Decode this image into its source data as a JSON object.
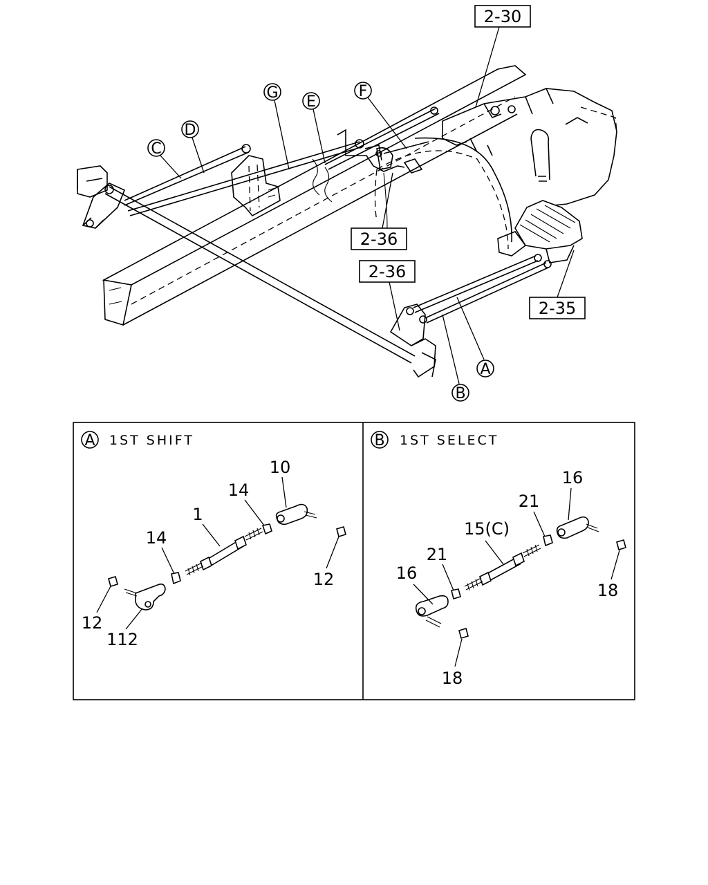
{
  "overview": {
    "ref_boxes": [
      "2-30",
      "2-36",
      "2-36",
      "2-35"
    ],
    "callouts": [
      "A",
      "B",
      "C",
      "D",
      "E",
      "F",
      "G"
    ]
  },
  "detail_panels": [
    {
      "letter": "A",
      "title": "1ST SHIFT",
      "part_numbers": [
        "10",
        "14",
        "1",
        "14",
        "12",
        "12",
        "112"
      ]
    },
    {
      "letter": "B",
      "title": "1ST SELECT",
      "part_numbers": [
        "16",
        "21",
        "15(C)",
        "21",
        "16",
        "18",
        "18"
      ]
    }
  ]
}
